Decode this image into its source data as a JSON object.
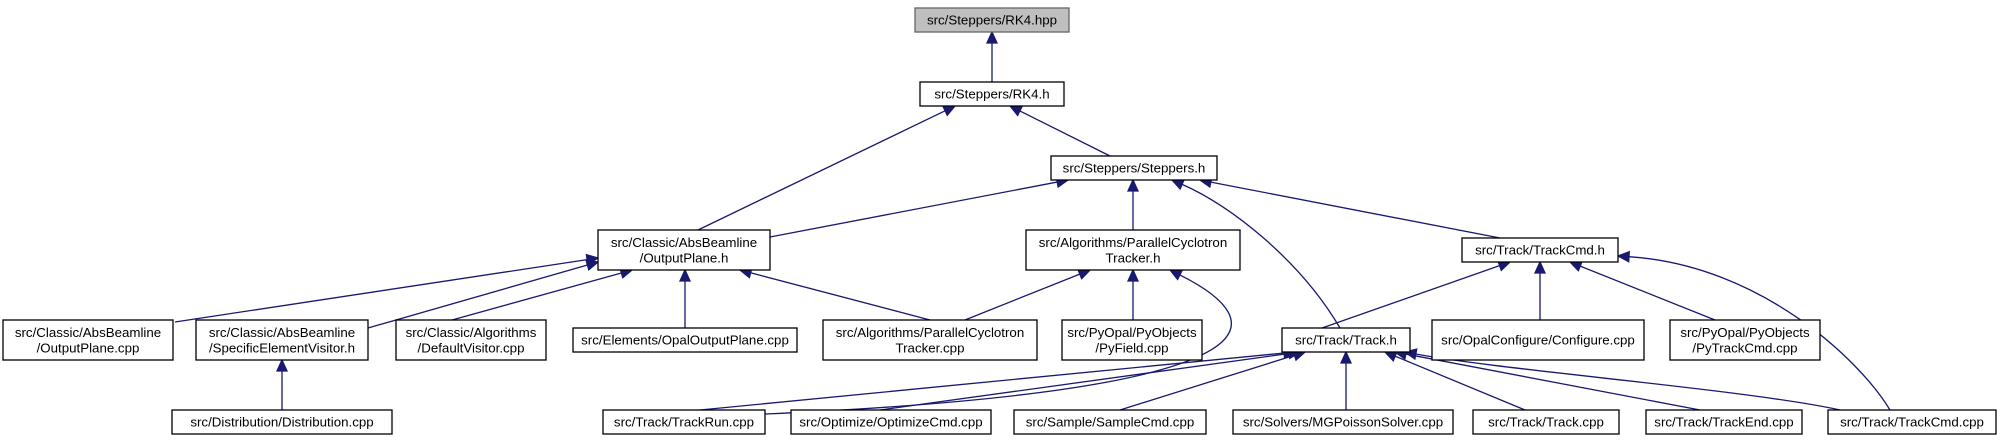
{
  "colors": {
    "edge": "#191970",
    "root_fill": "#bfbfbf",
    "node_fill": "#ffffff",
    "node_stroke": "#000000"
  },
  "nodes": {
    "rk4hpp": {
      "lines": [
        "src/Steppers/RK4.hpp"
      ]
    },
    "rk4h": {
      "lines": [
        "src/Steppers/RK4.h"
      ]
    },
    "steppers": {
      "lines": [
        "src/Steppers/Steppers.h"
      ]
    },
    "outputplane_h": {
      "lines": [
        "src/Classic/AbsBeamline",
        "/OutputPlane.h"
      ]
    },
    "pct_h": {
      "lines": [
        "src/Algorithms/ParallelCyclotron",
        "Tracker.h"
      ]
    },
    "trackcmd_h": {
      "lines": [
        "src/Track/TrackCmd.h"
      ]
    },
    "outputplane_cpp": {
      "lines": [
        "src/Classic/AbsBeamline",
        "/OutputPlane.cpp"
      ]
    },
    "sev_h": {
      "lines": [
        "src/Classic/AbsBeamline",
        "/SpecificElementVisitor.h"
      ]
    },
    "defaultvisitor": {
      "lines": [
        "src/Classic/Algorithms",
        "/DefaultVisitor.cpp"
      ]
    },
    "opaloutputplane": {
      "lines": [
        "src/Elements/OpalOutputPlane.cpp"
      ]
    },
    "pct_cpp": {
      "lines": [
        "src/Algorithms/ParallelCyclotron",
        "Tracker.cpp"
      ]
    },
    "pyfield": {
      "lines": [
        "src/PyOpal/PyObjects",
        "/PyField.cpp"
      ]
    },
    "track_h": {
      "lines": [
        "src/Track/Track.h"
      ]
    },
    "configure": {
      "lines": [
        "src/OpalConfigure/Configure.cpp"
      ]
    },
    "pytrackcmd": {
      "lines": [
        "src/PyOpal/PyObjects",
        "/PyTrackCmd.cpp"
      ]
    },
    "distribution": {
      "lines": [
        "src/Distribution/Distribution.cpp"
      ]
    },
    "trackrun": {
      "lines": [
        "src/Track/TrackRun.cpp"
      ]
    },
    "optimizecmd": {
      "lines": [
        "src/Optimize/OptimizeCmd.cpp"
      ]
    },
    "samplecmd": {
      "lines": [
        "src/Sample/SampleCmd.cpp"
      ]
    },
    "mgpoisson": {
      "lines": [
        "src/Solvers/MGPoissonSolver.cpp"
      ]
    },
    "track_cpp": {
      "lines": [
        "src/Track/Track.cpp"
      ]
    },
    "trackend": {
      "lines": [
        "src/Track/TrackEnd.cpp"
      ]
    },
    "trackcmd_cpp": {
      "lines": [
        "src/Track/TrackCmd.cpp"
      ]
    }
  }
}
